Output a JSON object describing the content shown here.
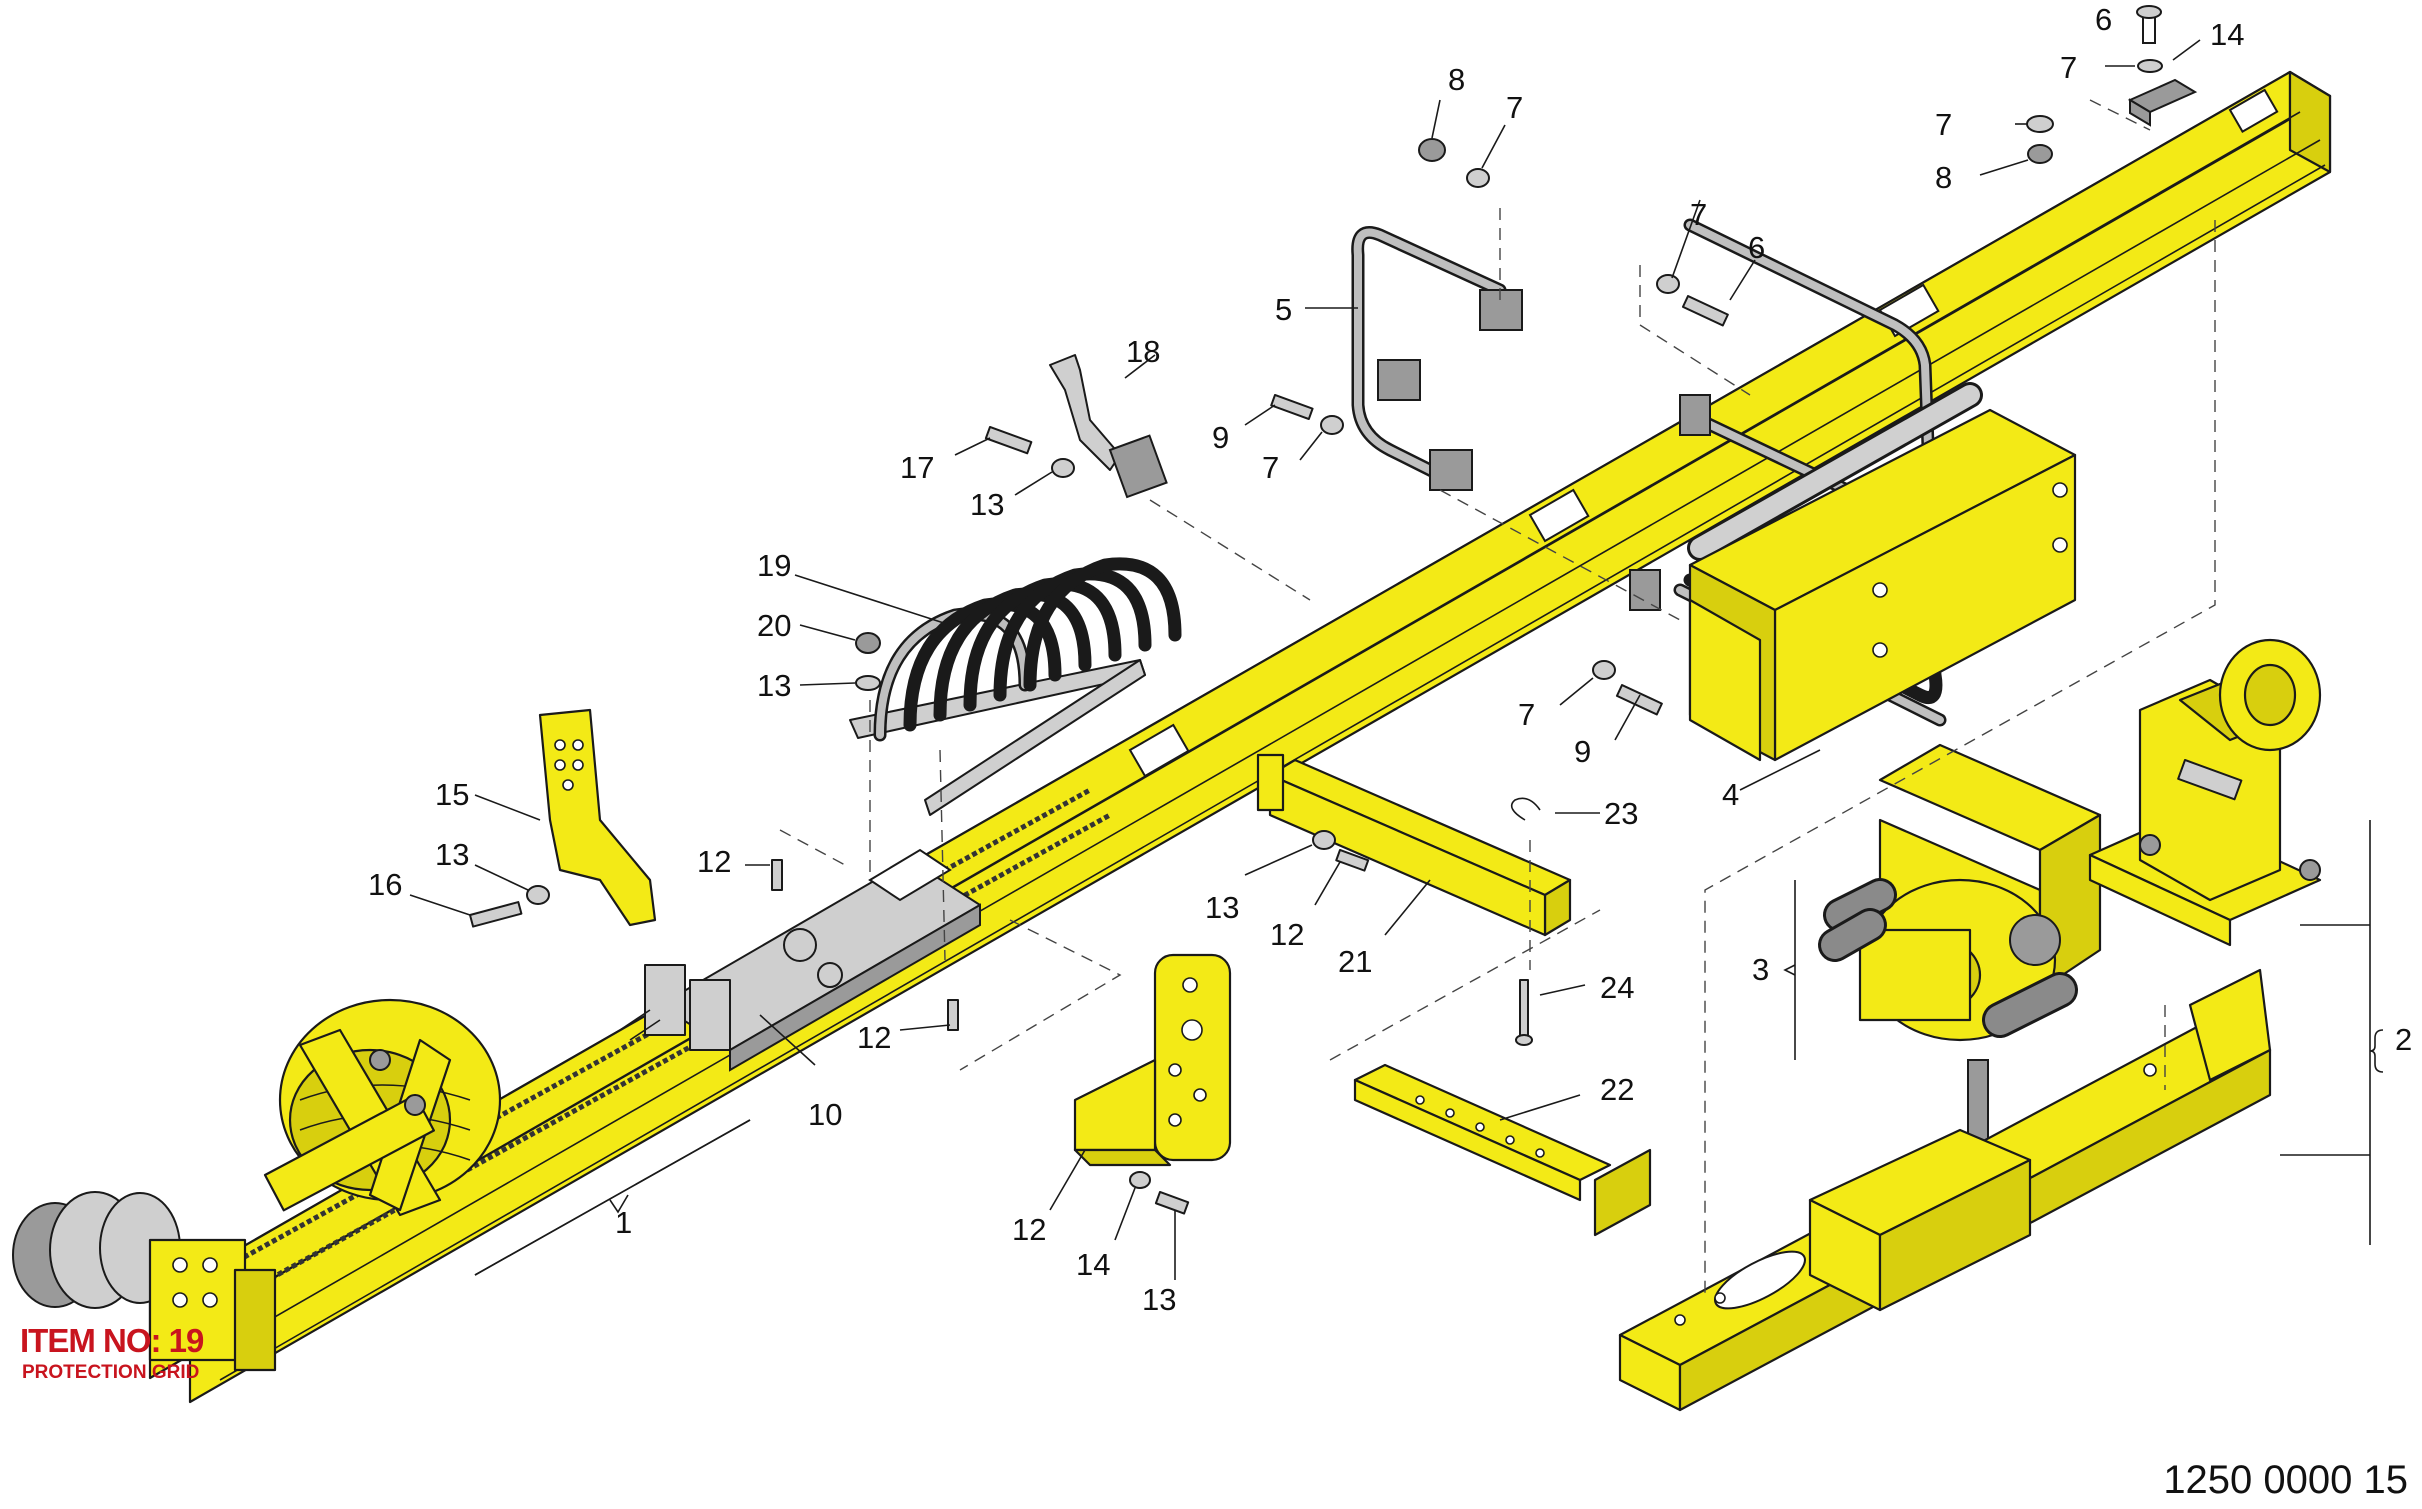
{
  "drawing_code": "1250 0000 15",
  "item_label": "ITEM NO: 19",
  "item_subtitle": "PROTECTION GRID",
  "colors": {
    "part_yellow": "#f3ea16",
    "outline": "#1a1a1a",
    "steel_gray": "#c9c9c9",
    "label_red": "#c8141e"
  },
  "callouts": [
    {
      "id": "c6a",
      "text": "6"
    },
    {
      "id": "c14a",
      "text": "14"
    },
    {
      "id": "c7a",
      "text": "7"
    },
    {
      "id": "c7b",
      "text": "7"
    },
    {
      "id": "c8a",
      "text": "8"
    },
    {
      "id": "c8b",
      "text": "8"
    },
    {
      "id": "c7c",
      "text": "7"
    },
    {
      "id": "c5",
      "text": "5"
    },
    {
      "id": "c18",
      "text": "18"
    },
    {
      "id": "c7d",
      "text": "7"
    },
    {
      "id": "c6b",
      "text": "6"
    },
    {
      "id": "c9a",
      "text": "9"
    },
    {
      "id": "c7e",
      "text": "7"
    },
    {
      "id": "c17",
      "text": "17"
    },
    {
      "id": "c13a",
      "text": "13"
    },
    {
      "id": "c19",
      "text": "19"
    },
    {
      "id": "c20",
      "text": "20"
    },
    {
      "id": "c13b",
      "text": "13"
    },
    {
      "id": "c7f",
      "text": "7"
    },
    {
      "id": "c9b",
      "text": "9"
    },
    {
      "id": "c4",
      "text": "4"
    },
    {
      "id": "c15",
      "text": "15"
    },
    {
      "id": "c23",
      "text": "23"
    },
    {
      "id": "c13c",
      "text": "13"
    },
    {
      "id": "c12a",
      "text": "12"
    },
    {
      "id": "c16",
      "text": "16"
    },
    {
      "id": "c13d",
      "text": "13"
    },
    {
      "id": "c12b",
      "text": "12"
    },
    {
      "id": "c21",
      "text": "21"
    },
    {
      "id": "c3",
      "text": "3"
    },
    {
      "id": "c2",
      "text": "2"
    },
    {
      "id": "c24",
      "text": "24"
    },
    {
      "id": "c12c",
      "text": "12"
    },
    {
      "id": "c10",
      "text": "10"
    },
    {
      "id": "c22",
      "text": "22"
    },
    {
      "id": "c1",
      "text": "1"
    },
    {
      "id": "c12d",
      "text": "12"
    },
    {
      "id": "c14b",
      "text": "14"
    },
    {
      "id": "c13e",
      "text": "13"
    }
  ]
}
